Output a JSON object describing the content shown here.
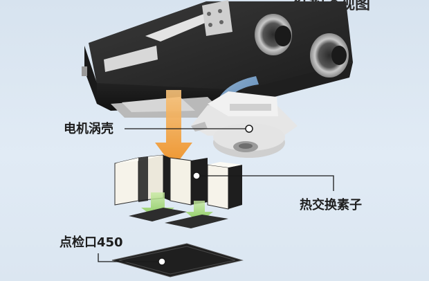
{
  "title": "结构透视图",
  "labels": {
    "motor_housing": "电机涡壳",
    "heat_exchange_element": "热交换素子",
    "inspection_port": "点检口450"
  },
  "colors": {
    "background": "#dbe6f1",
    "airflow_orange": "#f2a640",
    "airflow_blue": "#7aa9d8",
    "airflow_green": "#9bd26e",
    "unit_body": "#2a2a2a"
  }
}
